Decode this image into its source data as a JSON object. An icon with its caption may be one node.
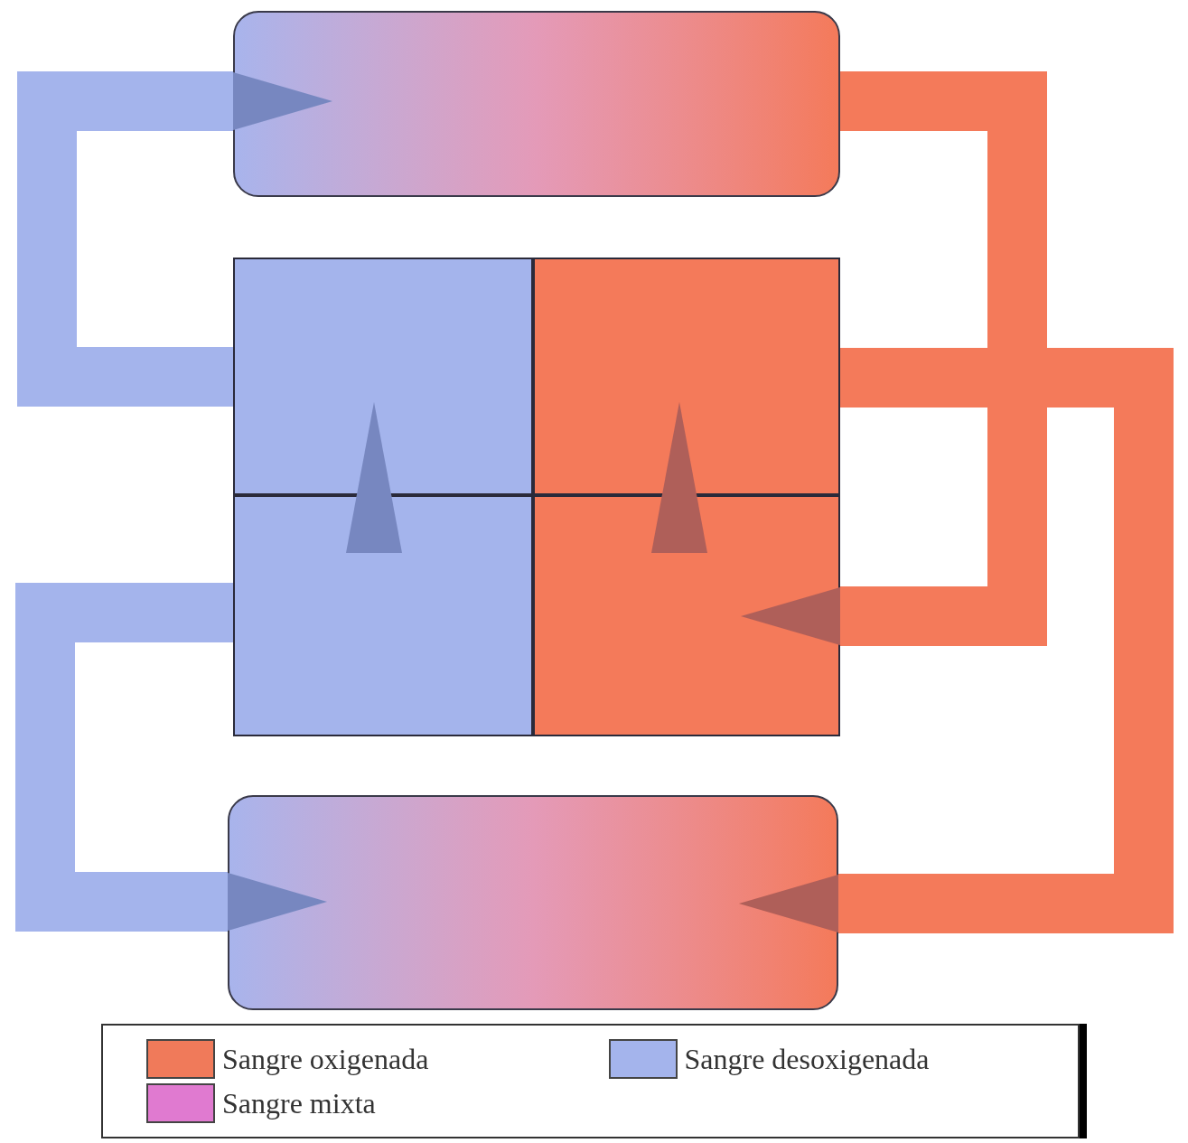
{
  "diagram": {
    "nodes": [
      {
        "text": [],
        "shape": "box"
      },
      {
        "text": [],
        "shape": "box"
      },
      {
        "text": [],
        "shape": "box"
      },
      {
        "text": [],
        "shape": "box"
      },
      {
        "text": [],
        "shape": "box"
      },
      {
        "text": [],
        "shape": "box"
      }
    ],
    "edges": [
      {
        "from": 1,
        "to": 0,
        "arrow": "to",
        "color": "#a4b4ec"
      },
      {
        "from": 0,
        "to": 4,
        "arrow": "to",
        "color": "#f47a5a"
      },
      {
        "from": 3,
        "to": 1,
        "arrow": "to",
        "color": "#a4b4ec"
      },
      {
        "from": 4,
        "to": 2,
        "arrow": "to",
        "color": "#f47a5a"
      },
      {
        "from": 2,
        "to": 5,
        "arrow": "to",
        "color": "#f47a5a"
      },
      {
        "from": 3,
        "to": 5,
        "arrow": "to",
        "color": "#a4b4ec"
      }
    ],
    "legend": [
      {
        "text": "Sangre oxigenada",
        "color": "#f07a5a"
      },
      {
        "text": "Sangre desoxigenada",
        "color": "#a4b4ec"
      },
      {
        "text": "Sangre mixta",
        "color": "#e07ad0"
      }
    ]
  }
}
